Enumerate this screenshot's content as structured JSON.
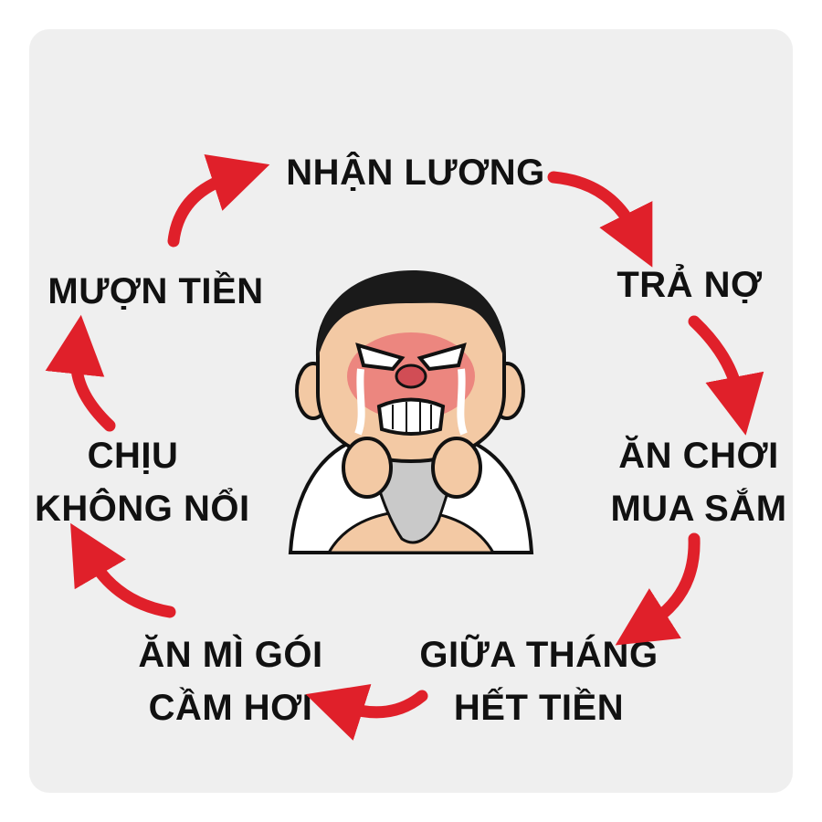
{
  "cycle": {
    "steps": [
      {
        "lines": [
          "NHẬN LƯƠNG"
        ]
      },
      {
        "lines": [
          "TRẢ NỢ"
        ]
      },
      {
        "lines": [
          "ĂN CHƠI",
          "MUA SẮM"
        ]
      },
      {
        "lines": [
          "GIỮA THÁNG",
          "HẾT TIỀN"
        ]
      },
      {
        "lines": [
          "ĂN MÌ GÓI",
          "CẦM HƠI"
        ]
      },
      {
        "lines": [
          "CHỊU",
          "KHÔNG NỔI"
        ]
      },
      {
        "lines": [
          "MƯỢN TIỀN"
        ]
      }
    ],
    "arrow_color": "#e0202a",
    "text_color": "#111111",
    "background": "#efefef"
  },
  "center_illustration": {
    "icon": "crying-man-biting-shirt-illustration"
  }
}
